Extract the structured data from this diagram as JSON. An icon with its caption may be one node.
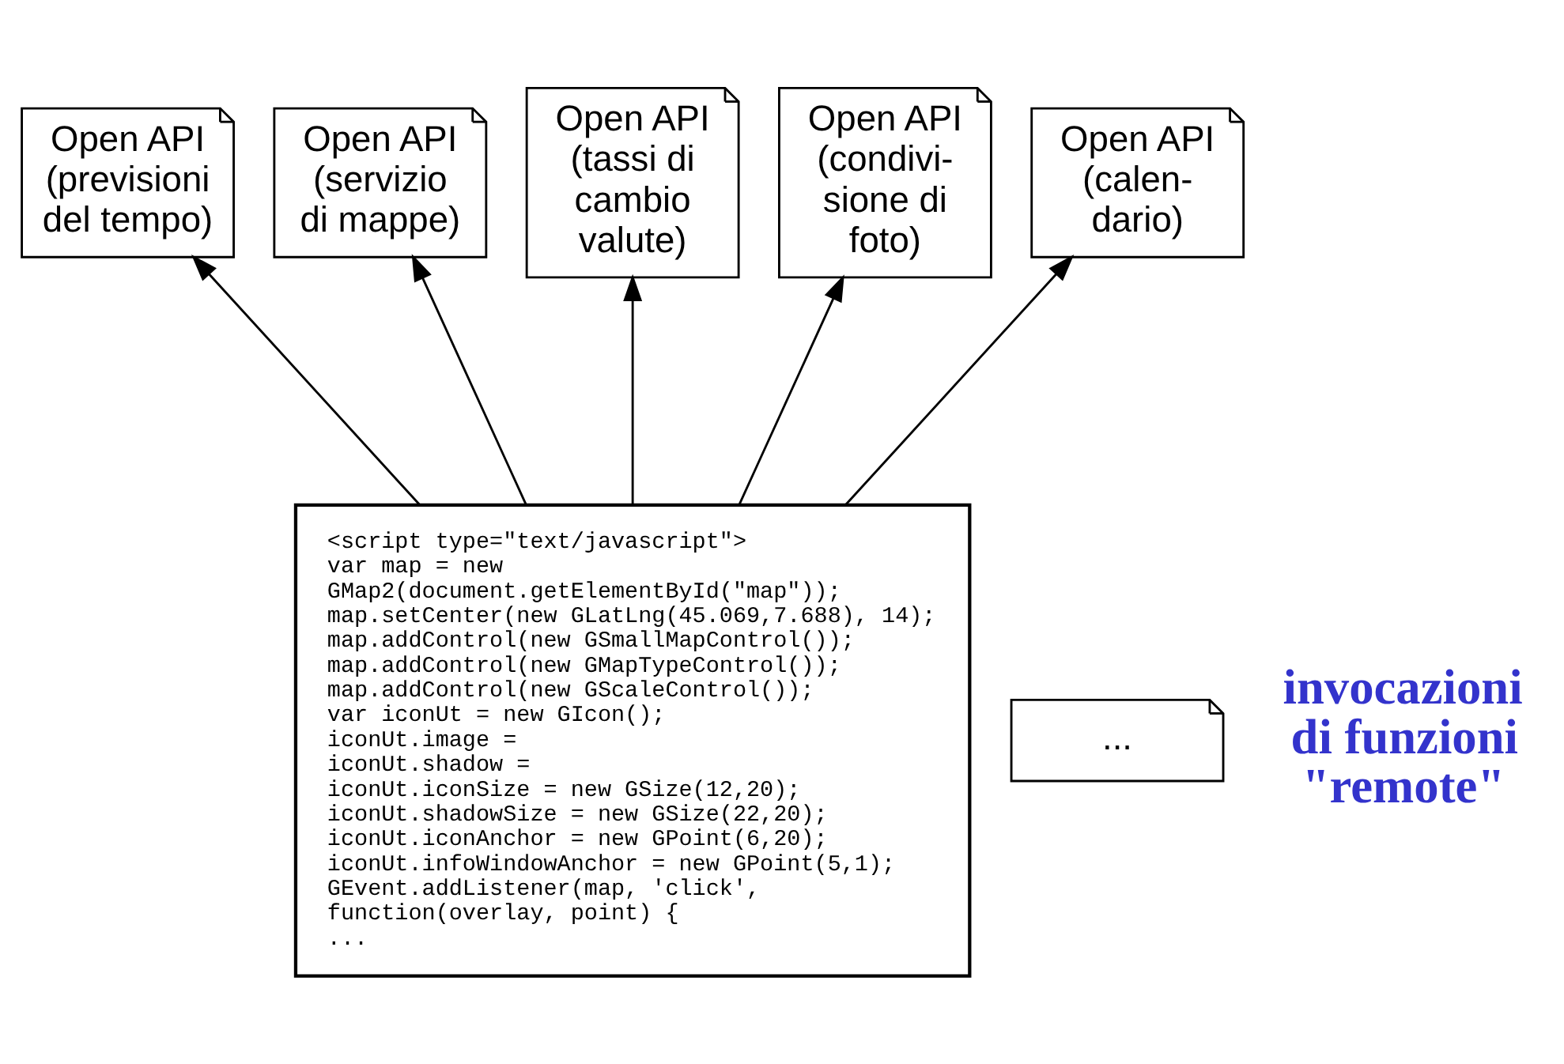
{
  "diagram": {
    "nodes": [
      {
        "text": [
          "Open API (previsioni del tempo)"
        ]
      },
      {
        "text": [
          "Open API (servizio di mappe)"
        ]
      },
      {
        "text": [
          "Open API (tassi di cambio valute)"
        ]
      },
      {
        "text": [
          "Open API (condivi- sione di foto)"
        ]
      },
      {
        "text": [
          "Open API (calen- dario)"
        ]
      },
      {
        "text": [
          "..."
        ]
      },
      {
        "text": [
          "<script type=\"text/javascript\">",
          "var map = new",
          "GMap2(document.getElementById(\"map\"));",
          "map.setCenter(new GLatLng(45.069,7.688), 14);",
          "map.addControl(new GSmallMapControl());",
          "map.addControl(new GMapTypeControl());",
          "map.addControl(new GScaleControl());",
          "var iconUt = new GIcon();",
          "iconUt.image =",
          "iconUt.shadow =",
          "iconUt.iconSize = new GSize(12,20);",
          "iconUt.shadowSize = new GSize(22,20);",
          "iconUt.iconAnchor = new GPoint(6,20);",
          "iconUt.infoWindowAnchor = new GPoint(5,1);",
          "GEvent.addListener(map, 'click',",
          "function(overlay, point) {",
          "..."
        ]
      }
    ],
    "edges": [
      {
        "from": 6,
        "to": 0,
        "arrow": "to"
      },
      {
        "from": 6,
        "to": 1,
        "arrow": "to"
      },
      {
        "from": 6,
        "to": 2,
        "arrow": "to"
      },
      {
        "from": 6,
        "to": 3,
        "arrow": "to"
      },
      {
        "from": 6,
        "to": 4,
        "arrow": "to"
      }
    ],
    "labels": [
      "invocazioni di funzioni \"remote\""
    ]
  }
}
